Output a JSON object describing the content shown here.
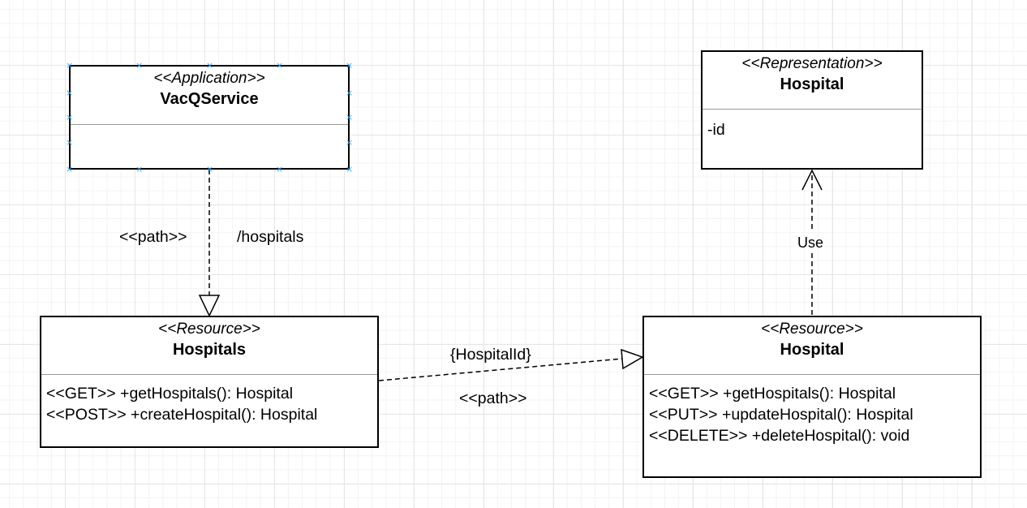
{
  "classes": {
    "vacq_service": {
      "stereotype": "<<Application>>",
      "name": "VacQService",
      "members": []
    },
    "hospital_representation": {
      "stereotype": "<<Representation>>",
      "name": "Hospital",
      "members": [
        "-id"
      ]
    },
    "hospitals_resource": {
      "stereotype": "<<Resource>>",
      "name": "Hospitals",
      "members": [
        "<<GET>> +getHospitals(): Hospital",
        "<<POST>> +createHospital(): Hospital"
      ]
    },
    "hospital_resource": {
      "stereotype": "<<Resource>>",
      "name": "Hospital",
      "members": [
        "<<GET>> +getHospitals(): Hospital",
        "<<PUT>> +updateHospital(): Hospital",
        "<<DELETE>> +deleteHospital(): void"
      ]
    }
  },
  "edges": {
    "service_to_hospitals": {
      "stereotype_label": "<<path>>",
      "path_label": "/hospitals"
    },
    "hospitals_to_hospital": {
      "param_label": "{HospitalId}",
      "stereotype_label": "<<path>>"
    },
    "hospital_to_representation": {
      "label": "Use"
    }
  },
  "colors": {
    "selection_handle": "#3fa9f5",
    "divider": "#9a9a9a",
    "grid": "#e6e6e6"
  }
}
